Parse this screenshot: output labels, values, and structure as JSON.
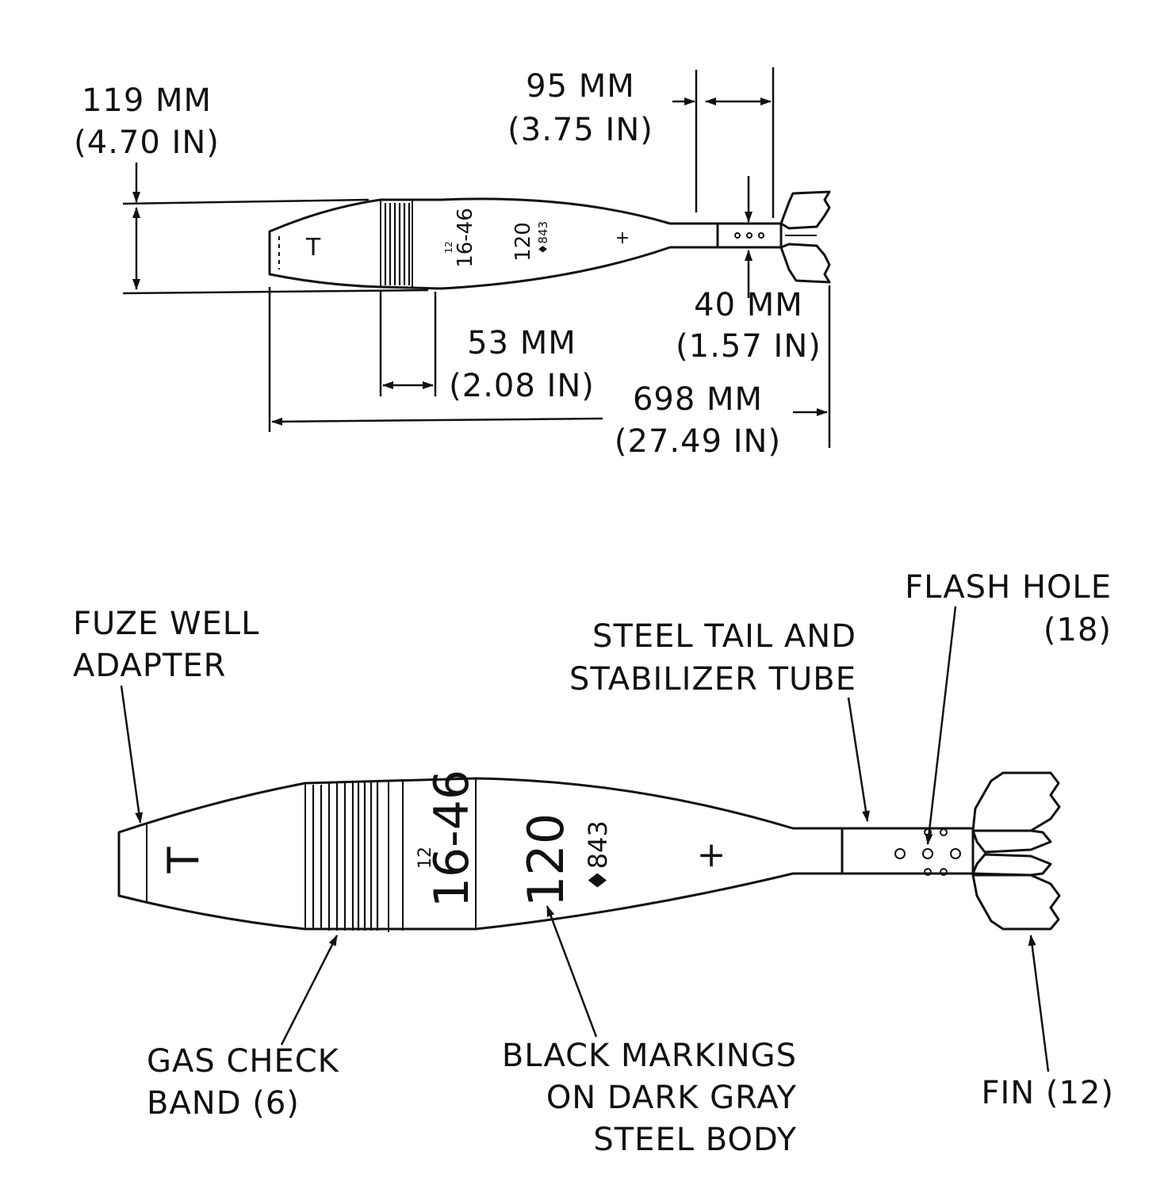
{
  "dimensions": {
    "diameter": {
      "mm": "119 MM",
      "in": "(4.70 IN)"
    },
    "tail_length": {
      "mm": "95 MM",
      "in": "(3.75 IN)"
    },
    "tail_diameter": {
      "mm": "40 MM",
      "in": "(1.57 IN)"
    },
    "band_width": {
      "mm": "53 MM",
      "in": "(2.08 IN)"
    },
    "overall_length": {
      "mm": "698 MM",
      "in": "(27.49 IN)"
    }
  },
  "body_markings": {
    "fuze_letter": "T",
    "lot_superscript": "12",
    "lot": "16-46",
    "caliber": "120",
    "filler": "♦843",
    "cross": "+"
  },
  "callouts": {
    "fuze_well": [
      "FUZE WELL",
      "ADAPTER"
    ],
    "gas_check": [
      "GAS CHECK",
      "BAND (6)"
    ],
    "markings": [
      "BLACK MARKINGS",
      "ON DARK GRAY",
      "STEEL BODY"
    ],
    "tail": [
      "STEEL TAIL AND",
      "STABILIZER TUBE"
    ],
    "flash_hole": [
      "FLASH HOLE",
      "(18)"
    ],
    "fin": [
      "FIN (12)"
    ]
  }
}
